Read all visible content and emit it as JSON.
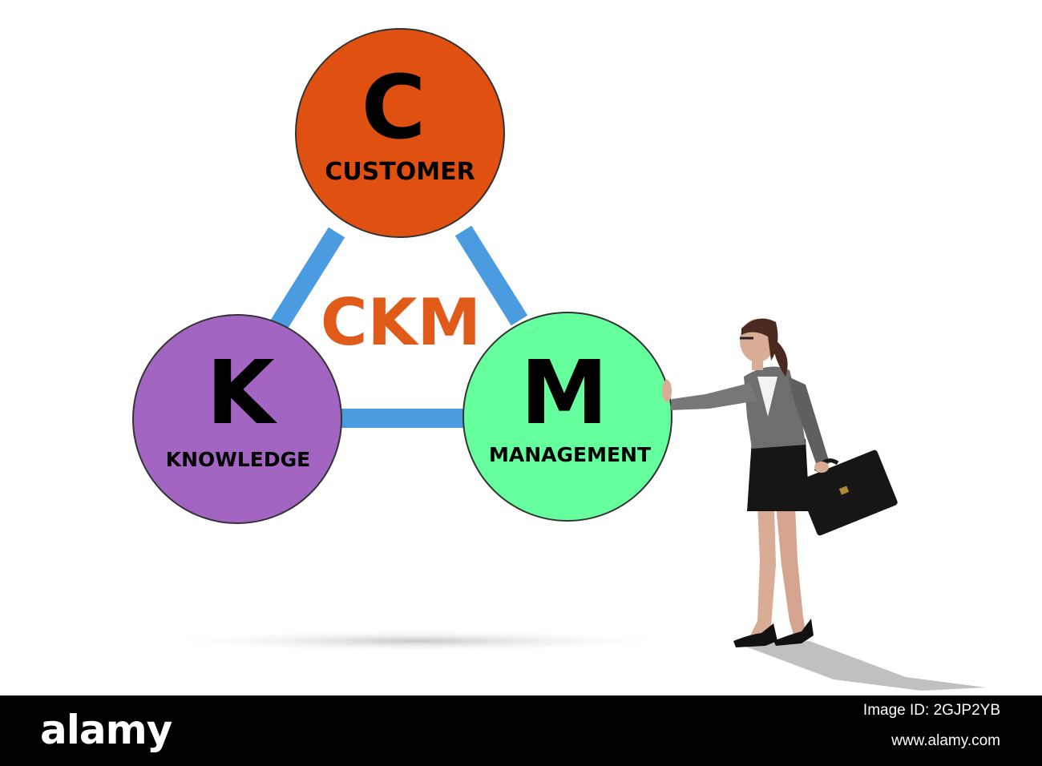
{
  "diagram": {
    "center_label": "CKM",
    "nodes": [
      {
        "id": "customer",
        "letter": "C",
        "word": "CUSTOMER",
        "color": "#E05010"
      },
      {
        "id": "knowledge",
        "letter": "K",
        "word": "KNOWLEDGE",
        "color": "#A365C2"
      },
      {
        "id": "management",
        "letter": "M",
        "word": "MANAGEMENT",
        "color": "#66FF9E"
      }
    ],
    "connector_color": "#4A9BE0",
    "center_label_color": "#E05A1A"
  },
  "footer": {
    "logo": "alamy",
    "image_id": "Image ID: 2GJP2YB",
    "url": "www.alamy.com"
  }
}
